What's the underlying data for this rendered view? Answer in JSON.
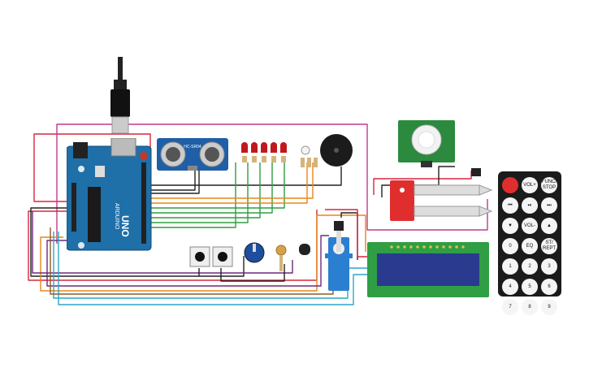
{
  "arduino": {
    "brand": "ARDUINO",
    "model": "UNO",
    "board_color": "#1f6fa8"
  },
  "ultrasonic": {
    "label": "HC-SR04"
  },
  "leds": {
    "count": 5,
    "color": "#c0181e"
  },
  "remote": {
    "buttons": [
      {
        "label": "",
        "name": "power"
      },
      {
        "label": "VOL+",
        "name": "vol-up"
      },
      {
        "label": "FUNC/\nSTOP",
        "name": "func-stop"
      },
      {
        "label": "⏮",
        "name": "prev"
      },
      {
        "label": "⏯",
        "name": "play-pause"
      },
      {
        "label": "⏭",
        "name": "next"
      },
      {
        "label": "▼",
        "name": "down"
      },
      {
        "label": "VOL-",
        "name": "vol-down"
      },
      {
        "label": "▲",
        "name": "up"
      },
      {
        "label": "0",
        "name": "digit-0"
      },
      {
        "label": "EQ",
        "name": "eq"
      },
      {
        "label": "ST/\nREPT",
        "name": "st-rept"
      },
      {
        "label": "1",
        "name": "digit-1"
      },
      {
        "label": "2",
        "name": "digit-2"
      },
      {
        "label": "3",
        "name": "digit-3"
      },
      {
        "label": "4",
        "name": "digit-4"
      },
      {
        "label": "5",
        "name": "digit-5"
      },
      {
        "label": "6",
        "name": "digit-6"
      },
      {
        "label": "7",
        "name": "digit-7"
      },
      {
        "label": "8",
        "name": "digit-8"
      },
      {
        "label": "9",
        "name": "digit-9"
      }
    ]
  },
  "wire_colors": {
    "red": "#d7263d",
    "black": "#222222",
    "green": "#2e9e3f",
    "orange": "#e8861a",
    "purple": "#6b2a7a",
    "pink": "#c2398f",
    "teal": "#2aa7c6",
    "brown": "#8a5a2b"
  }
}
